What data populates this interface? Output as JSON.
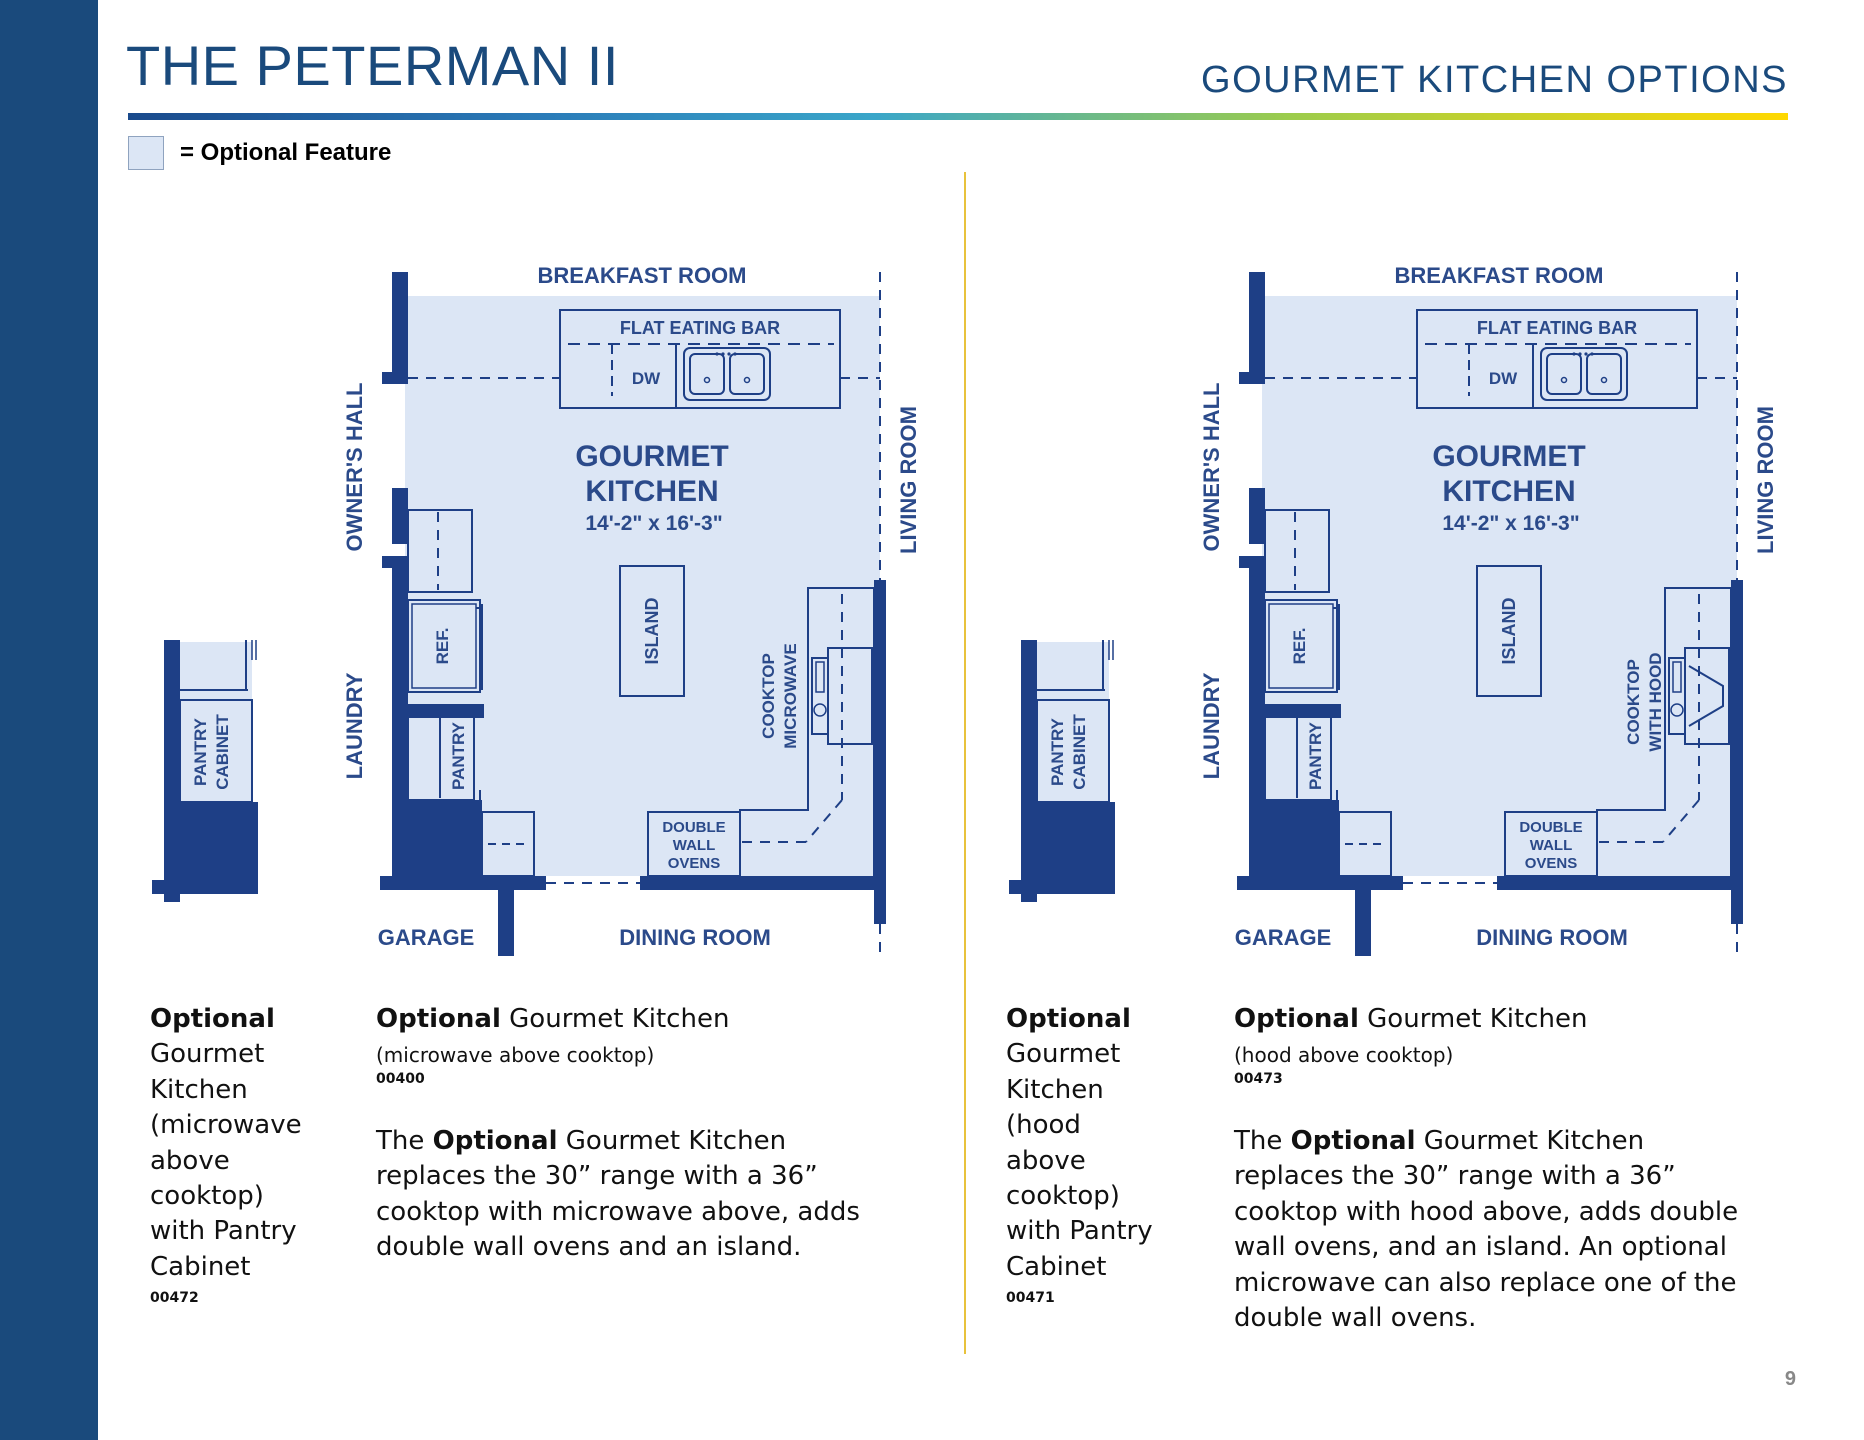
{
  "header": {
    "title": "THE PETERMAN II",
    "section": "GOURMET  KITCHEN  OPTIONS"
  },
  "legend": {
    "text": "= Optional Feature"
  },
  "colors": {
    "navy": "#1a4a7c",
    "plan_fill": "#dce6f5",
    "wall": "#1e3f86",
    "divider": "#e8c23c",
    "rule_start": "#1a4a8c",
    "rule_mid": "#3aa6c9",
    "rule_end": "#ffd800"
  },
  "plans": [
    {
      "rooms": {
        "breakfast": "BREAKFAST ROOM",
        "owners_hall": "OWNER'S HALL",
        "laundry": "LAUNDRY",
        "living": "LIVING ROOM",
        "garage": "GARAGE",
        "dining": "DINING ROOM"
      },
      "labels": {
        "bar": "FLAT EATING BAR",
        "dw": "DW",
        "kitchen1": "GOURMET",
        "kitchen2": "KITCHEN",
        "dims": "14'-2\" x 16'-3\"",
        "ref": "REF.",
        "pantry": "PANTRY",
        "island": "ISLAND",
        "cooktop1": "COOKTOP",
        "cooktop2": "MICROWAVE",
        "ovens1": "DOUBLE",
        "ovens2": "WALL",
        "ovens3": "OVENS",
        "cab1": "PANTRY",
        "cab2": "CABINET"
      }
    },
    {
      "rooms": {
        "breakfast": "BREAKFAST ROOM",
        "owners_hall": "OWNER'S HALL",
        "laundry": "LAUNDRY",
        "living": "LIVING ROOM",
        "garage": "GARAGE",
        "dining": "DINING ROOM"
      },
      "labels": {
        "bar": "FLAT EATING BAR",
        "dw": "DW",
        "kitchen1": "GOURMET",
        "kitchen2": "KITCHEN",
        "dims": "14'-2\" x 16'-3\"",
        "ref": "REF.",
        "pantry": "PANTRY",
        "island": "ISLAND",
        "cooktop1": "COOKTOP",
        "cooktop2": "WITH HOOD",
        "ovens1": "DOUBLE",
        "ovens2": "WALL",
        "ovens3": "OVENS",
        "cab1": "PANTRY",
        "cab2": "CABINET"
      }
    }
  ],
  "captions": {
    "left_narrow": {
      "bold": "Optional",
      "lines": [
        "Gourmet",
        "Kitchen",
        "(microwave",
        "above",
        "cooktop)",
        "with Pantry",
        "Cabinet"
      ],
      "code": "00472"
    },
    "left_wide": {
      "bold": "Optional",
      "title_rest": " Gourmet Kitchen",
      "sub": "(microwave above cooktop)",
      "code": "00400",
      "desc_pre": "The ",
      "desc_bold": "Optional",
      "desc_post": " Gourmet Kitchen replaces the 30” range with a 36” cooktop with microwave above, adds double wall ovens and an island."
    },
    "right_narrow": {
      "bold": "Optional",
      "lines": [
        "Gourmet",
        "Kitchen",
        "(hood above",
        "cooktop)",
        "with Pantry",
        "Cabinet"
      ],
      "code": "00471"
    },
    "right_wide": {
      "bold": "Optional",
      "title_rest": " Gourmet Kitchen",
      "sub": "(hood above cooktop)",
      "code": "00473",
      "desc_pre": "The ",
      "desc_bold": "Optional",
      "desc_post": " Gourmet Kitchen replaces the 30” range with a 36” cooktop with hood above, adds double wall ovens, and an island. An optional microwave can also replace one of the double wall ovens."
    }
  },
  "page_number": "9"
}
